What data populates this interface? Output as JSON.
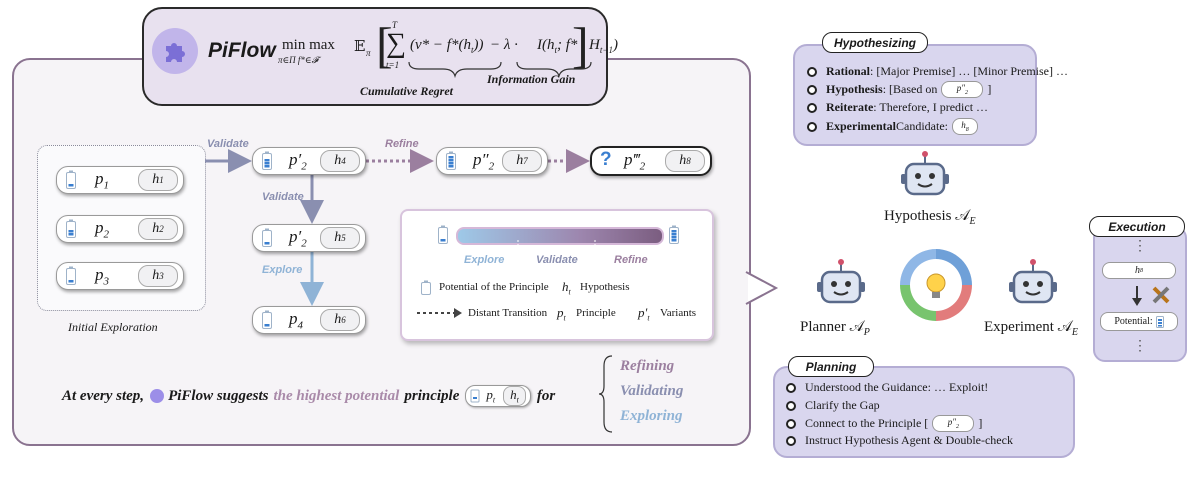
{
  "header": {
    "app_name": "PiFlow",
    "formula": {
      "minmax": "min max",
      "minmax_sub": "π∈Π f*∈𝓕",
      "expectation": "𝔼",
      "expectation_sub": "π",
      "sum_upper": "T",
      "sum_lower": "t=1",
      "regret_term": "(v* − f*(h",
      "regret_sub": "t",
      "regret_end": "))",
      "minus_lambda": "− λ ·",
      "info_term": "I(h",
      "info_sub1": "t",
      "info_mid": "; f* | H",
      "info_sub2": "t−1",
      "info_end": ")",
      "cumulative_regret": "Cumulative Regret",
      "information_gain": "Information Gain"
    }
  },
  "initial": {
    "caption": "Initial Exploration",
    "nodes": [
      {
        "p": "p",
        "p_sub": "1",
        "h": "h",
        "h_sub": "1"
      },
      {
        "p": "p",
        "p_sub": "2",
        "h": "h",
        "h_sub": "2"
      },
      {
        "p": "p",
        "p_sub": "3",
        "h": "h",
        "h_sub": "3"
      }
    ]
  },
  "flow": {
    "validate_1": "Validate",
    "validate_2": "Validate",
    "refine": "Refine",
    "explore": "Explore",
    "nodes": {
      "n4": {
        "p": "p′",
        "p_sub": "2",
        "h": "h",
        "h_sub": "4"
      },
      "n5": {
        "p": "p′",
        "p_sub": "2",
        "h": "h",
        "h_sub": "5"
      },
      "n6": {
        "p": "p",
        "p_sub": "4",
        "h": "h",
        "h_sub": "6"
      },
      "n7": {
        "p": "p″",
        "p_sub": "2",
        "h": "h",
        "h_sub": "7"
      },
      "n8": {
        "q": "?",
        "p": "p‴",
        "p_sub": "2",
        "h": "h",
        "h_sub": "8"
      }
    }
  },
  "legend": {
    "scale_explore": "Explore",
    "scale_validate": "Validate",
    "scale_refine": "Refine",
    "potential": "Potential of the Principle",
    "hyp_symbol": "h",
    "hyp_sub": "t",
    "hypothesis": "Hypothesis",
    "distant": "Distant Transition",
    "pt_symbol": "p",
    "pt_sub": "t",
    "principle": "Principle",
    "variant_symbol": "p′",
    "variant_sub": "t",
    "variants": "Variants"
  },
  "bottom": {
    "prefix": "At every step,",
    "piflow": "PiFlow suggests",
    "highlight": "the highest potential",
    "principle": "principle",
    "pill_p": "p",
    "pill_p_sub": "t",
    "pill_h": "h",
    "pill_h_sub": "t",
    "for": "for",
    "options": [
      "Refining",
      "Validating",
      "Exploring"
    ]
  },
  "hypothesizing": {
    "title": "Hypothesizing",
    "items": [
      {
        "bold": "Rational",
        "text": ": [Major Premise] … [Minor Premise] …"
      },
      {
        "bold": "Hypothesis",
        "text": ": [Based on",
        "pill": "p″",
        "pill_sub": "2",
        "end": "]"
      },
      {
        "bold": "Reiterate",
        "text": ": Therefore, I predict …"
      },
      {
        "bold": "Experimental",
        "text": " Candidate:",
        "pill": "h",
        "pill_sub": "8"
      }
    ]
  },
  "agents": {
    "hypothesis": "Hypothesis 𝒜",
    "hypothesis_sub": "E",
    "planner": "Planner 𝒜",
    "planner_sub": "P",
    "experiment": "Experiment 𝒜",
    "experiment_sub": "E"
  },
  "execution": {
    "title": "Execution",
    "ellipsis_top": "⋮",
    "h_label": "h",
    "h_sub": "8",
    "potential": "Potential:",
    "ellipsis_bottom": "⋮"
  },
  "planning": {
    "title": "Planning",
    "items": [
      "Understood the Guidance: … Exploit!",
      "Clarify the Gap",
      "Connect to the Principle [",
      "Instruct Hypothesis Agent & Double-check"
    ],
    "pill": "p″",
    "pill_sub": "2",
    "end": "]"
  },
  "colors": {
    "accent_purple": "#8a7390",
    "refine": "#9b7f9f",
    "validate": "#8a8fb0",
    "explore": "#8fb3d6",
    "panel": "#d9d6ee",
    "battery_blue": "#3a7fd0"
  }
}
